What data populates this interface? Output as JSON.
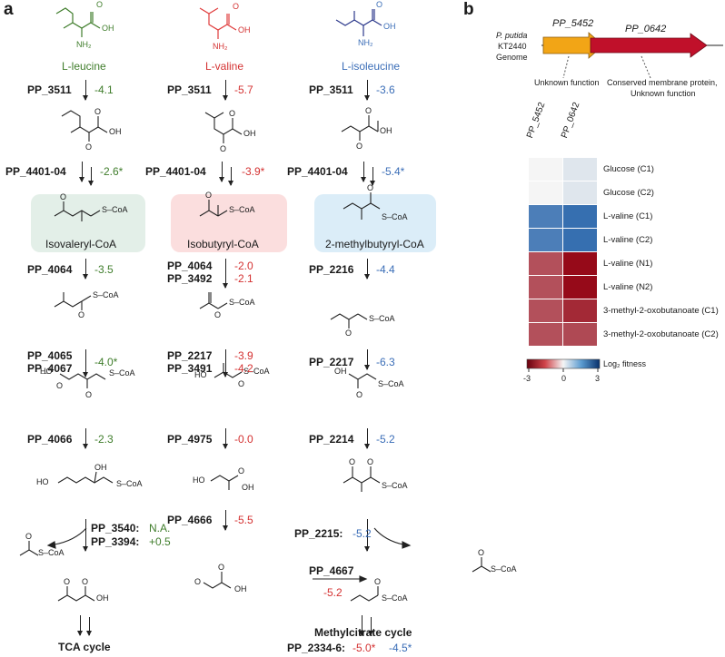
{
  "panels": {
    "a": "a",
    "b": "b"
  },
  "chemical_text": {
    "nh2": "NH₂",
    "oh": "OH",
    "o": "O",
    "ho": "HO",
    "scoa": "S–CoA"
  },
  "columns": {
    "leucine": {
      "start": "L-leucine",
      "acyl_coa": "Isovaleryl-CoA",
      "steps": [
        {
          "genes": [
            "PP_3511"
          ],
          "fitness": [
            "-4.1"
          ]
        },
        {
          "genes": [
            "PP_4401-04"
          ],
          "fitness": [
            "-2.6*"
          ]
        },
        {
          "genes": [
            "PP_4064"
          ],
          "fitness": [
            "-3.5"
          ]
        },
        {
          "genes": [
            "PP_4065",
            "PP_4067"
          ],
          "fitness": [
            "-4.0*"
          ]
        },
        {
          "genes": [
            "PP_4066"
          ],
          "fitness": [
            "-2.3"
          ]
        },
        {
          "genes": [
            "PP_3540:",
            "PP_3394:"
          ],
          "fitness": [
            "N.A.",
            "+0.5"
          ]
        }
      ],
      "end": "TCA cycle"
    },
    "valine": {
      "start": "L-valine",
      "acyl_coa": "Isobutyryl-CoA",
      "steps": [
        {
          "genes": [
            "PP_3511"
          ],
          "fitness": [
            "-5.7"
          ]
        },
        {
          "genes": [
            "PP_4401-04"
          ],
          "fitness": [
            "-3.9*"
          ]
        },
        {
          "genes": [
            "PP_4064",
            "PP_3492"
          ],
          "fitness": [
            "-2.0",
            "-2.1"
          ]
        },
        {
          "genes": [
            "PP_2217",
            "PP_3491"
          ],
          "fitness": [
            "-3.9",
            "-4.2"
          ]
        },
        {
          "genes": [
            "PP_4975"
          ],
          "fitness": [
            "-0.0"
          ]
        },
        {
          "genes": [
            "PP_4666"
          ],
          "fitness": [
            "-5.5"
          ]
        },
        {
          "genes": [
            "PP_4667"
          ],
          "fitness": [
            "-5.2"
          ]
        }
      ]
    },
    "isoleucine": {
      "start": "L-isoleucine",
      "acyl_coa": "2-methylbutyryl-CoA",
      "steps": [
        {
          "genes": [
            "PP_3511"
          ],
          "fitness": [
            "-3.6"
          ]
        },
        {
          "genes": [
            "PP_4401-04"
          ],
          "fitness": [
            "-5.4*"
          ]
        },
        {
          "genes": [
            "PP_2216"
          ],
          "fitness": [
            "-4.4"
          ]
        },
        {
          "genes": [
            "PP_2217"
          ],
          "fitness": [
            "-6.3"
          ]
        },
        {
          "genes": [
            "PP_2214"
          ],
          "fitness": [
            "-5.2"
          ]
        },
        {
          "genes": [
            "PP_2215:"
          ],
          "fitness": [
            "-5.2"
          ]
        }
      ],
      "end": "Methylcitrate cycle",
      "end_genes": "PP_2334-6:",
      "end_fitness": [
        "-5.0*",
        "-4.5*"
      ]
    }
  },
  "genome": {
    "organism_line1": "P. putida",
    "organism_line2": "KT2440",
    "organism_line3": "Genome",
    "gene1": "PP_5452",
    "gene2": "PP_0642",
    "gene1_color": "#f2a516",
    "gene2_color": "#c0102a",
    "note1": "Unknown function",
    "note2_line1": "Conserved membrane protein,",
    "note2_line2": "Unknown function"
  },
  "heatmap": {
    "columns": [
      "PP_5452",
      "PP_0642"
    ],
    "rows": [
      "Glucose (C1)",
      "Glucose (C2)",
      "L-valine (C1)",
      "L-valine (C2)",
      "L-valine (N1)",
      "L-valine (N2)",
      "3-methyl-2-oxobutanoate (C1)",
      "3-methyl-2-oxobutanoate (C2)"
    ],
    "values": [
      [
        0.0,
        0.3
      ],
      [
        0.0,
        0.3
      ],
      [
        2.3,
        2.6
      ],
      [
        2.3,
        2.6
      ],
      [
        -2.1,
        -3.0
      ],
      [
        -2.1,
        -3.0
      ],
      [
        -2.1,
        -2.6
      ],
      [
        -2.1,
        -2.2
      ]
    ],
    "colorbar_label": "Log₂ fitness",
    "ticks": [
      "-3",
      "0",
      "3"
    ],
    "vmin": -3,
    "vmax": 3
  }
}
